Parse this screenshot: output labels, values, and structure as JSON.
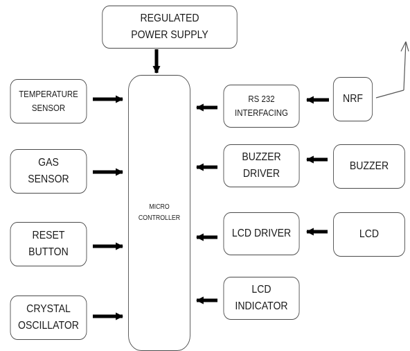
{
  "blocks": {
    "power_supply": [
      "REGULATED",
      "POWER SUPPLY"
    ],
    "micro_controller": [
      "MICRO",
      "CONTROLLER"
    ],
    "temperature_sensor": [
      "TEMPERATURE",
      "SENSOR"
    ],
    "gas_sensor": [
      "GAS",
      "SENSOR"
    ],
    "reset_button": [
      "RESET",
      "BUTTON"
    ],
    "crystal_oscillator": [
      "CRYSTAL",
      "OSCILLATOR"
    ],
    "rs232": [
      "RS 232",
      "INTERFACING"
    ],
    "buzzer_driver": [
      "BUZZER",
      "DRIVER"
    ],
    "lcd_driver": [
      "LCD DRIVER"
    ],
    "lcd_indicator": [
      "LCD",
      "INDICATOR"
    ],
    "nrf": [
      "NRF"
    ],
    "buzzer": [
      "BUZZER"
    ],
    "lcd": [
      "LCD"
    ]
  },
  "colors": {
    "border": "#4a4a4a",
    "arrow": "#000000",
    "text": "#1a1a1a"
  },
  "icons": {
    "antenna": "antenna-icon"
  }
}
